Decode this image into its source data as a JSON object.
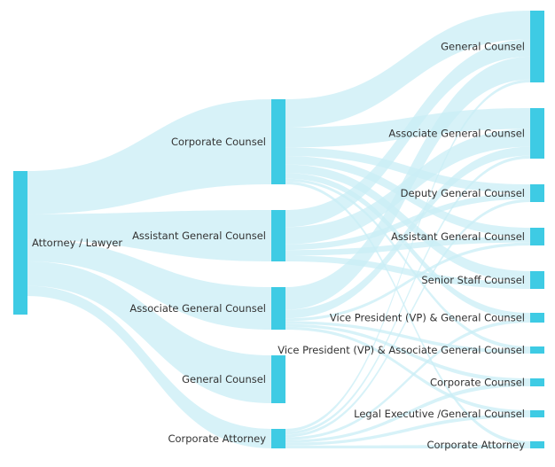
{
  "colors": {
    "node": "#3ecbe4",
    "link": "#c9eef6"
  },
  "chart_data": {
    "type": "sankey",
    "columns": [
      {
        "nodes": [
          {
            "id": "a0",
            "label": "Attorney / Lawyer",
            "value": 100
          }
        ]
      },
      {
        "nodes": [
          {
            "id": "b0",
            "label": "Corporate Counsel",
            "value": 30
          },
          {
            "id": "b1",
            "label": "Assistant General Counsel",
            "value": 18
          },
          {
            "id": "b2",
            "label": "Associate General Counsel",
            "value": 15
          },
          {
            "id": "b3",
            "label": "General Counsel",
            "value": 17
          },
          {
            "id": "b4",
            "label": "Corporate Attorney",
            "value": 7
          }
        ]
      },
      {
        "nodes": [
          {
            "id": "c0",
            "label": "General Counsel",
            "value": 25
          },
          {
            "id": "c1",
            "label": "Associate General Counsel",
            "value": 17
          },
          {
            "id": "c2",
            "label": "Deputy General Counsel",
            "value": 6
          },
          {
            "id": "c3",
            "label": "Assistant General Counsel",
            "value": 6
          },
          {
            "id": "c4",
            "label": "Senior Staff Counsel",
            "value": 5
          },
          {
            "id": "c5",
            "label": "Vice President (VP) & General Counsel",
            "value": 3
          },
          {
            "id": "c6",
            "label": "Vice President (VP) & Associate General Counsel",
            "value": 2
          },
          {
            "id": "c7",
            "label": "Corporate Counsel",
            "value": 2
          },
          {
            "id": "c8",
            "label": "Legal Executive /General Counsel",
            "value": 2
          },
          {
            "id": "c9",
            "label": "Corporate Attorney",
            "value": 2
          }
        ]
      }
    ],
    "links": [
      {
        "source": "a0",
        "target": "b0",
        "value": 30
      },
      {
        "source": "a0",
        "target": "b1",
        "value": 18
      },
      {
        "source": "a0",
        "target": "b2",
        "value": 15
      },
      {
        "source": "a0",
        "target": "b3",
        "value": 17
      },
      {
        "source": "a0",
        "target": "b4",
        "value": 7
      },
      {
        "source": "b0",
        "target": "c0",
        "value": 10
      },
      {
        "source": "b0",
        "target": "c1",
        "value": 7
      },
      {
        "source": "b0",
        "target": "c2",
        "value": 3
      },
      {
        "source": "b0",
        "target": "c3",
        "value": 3
      },
      {
        "source": "b0",
        "target": "c4",
        "value": 3
      },
      {
        "source": "b0",
        "target": "c5",
        "value": 2
      },
      {
        "source": "b0",
        "target": "c6",
        "value": 1
      },
      {
        "source": "b0",
        "target": "c9",
        "value": 1
      },
      {
        "source": "b1",
        "target": "c0",
        "value": 6
      },
      {
        "source": "b1",
        "target": "c1",
        "value": 6
      },
      {
        "source": "b1",
        "target": "c2",
        "value": 2
      },
      {
        "source": "b1",
        "target": "c3",
        "value": 2
      },
      {
        "source": "b1",
        "target": "c4",
        "value": 2
      },
      {
        "source": "b2",
        "target": "c0",
        "value": 8
      },
      {
        "source": "b2",
        "target": "c1",
        "value": 3
      },
      {
        "source": "b2",
        "target": "c3",
        "value": 1
      },
      {
        "source": "b2",
        "target": "c6",
        "value": 1
      },
      {
        "source": "b2",
        "target": "c7",
        "value": 1
      },
      {
        "source": "b2",
        "target": "c8",
        "value": 1
      },
      {
        "source": "b4",
        "target": "c0",
        "value": 1
      },
      {
        "source": "b4",
        "target": "c1",
        "value": 1
      },
      {
        "source": "b4",
        "target": "c2",
        "value": 1
      },
      {
        "source": "b4",
        "target": "c5",
        "value": 1
      },
      {
        "source": "b4",
        "target": "c7",
        "value": 1
      },
      {
        "source": "b4",
        "target": "c8",
        "value": 1
      },
      {
        "source": "b4",
        "target": "c9",
        "value": 1
      }
    ]
  }
}
